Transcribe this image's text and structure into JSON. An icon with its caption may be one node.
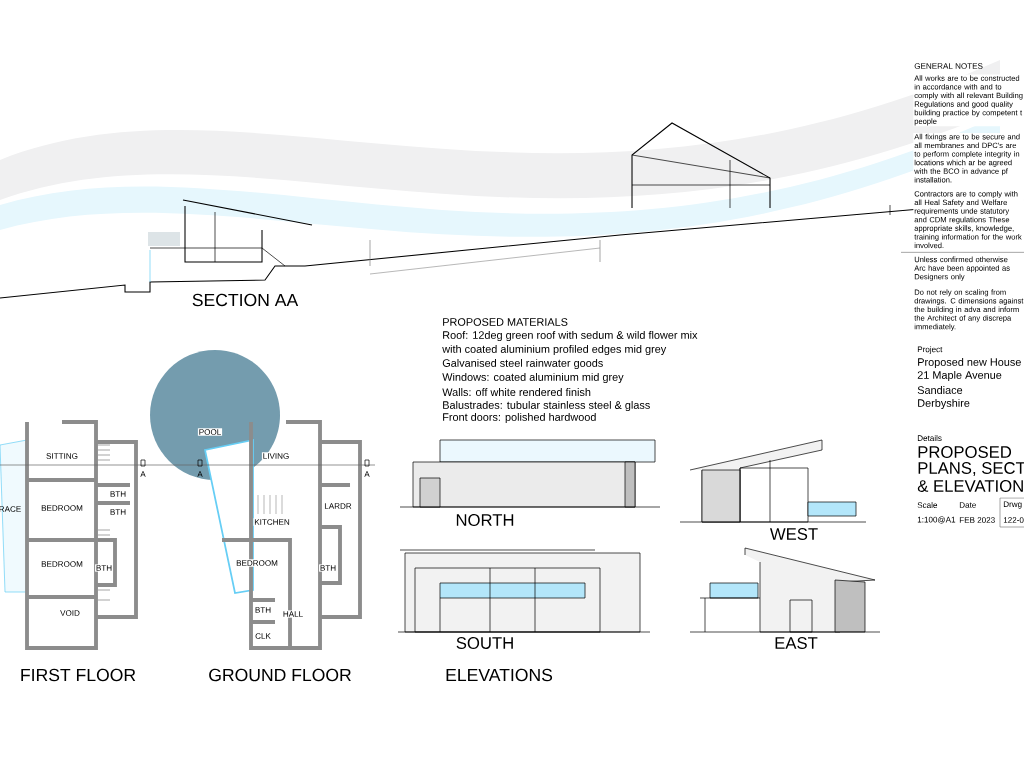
{
  "diagram": {
    "labels": [
      "GENERAL NOTES",
      "All works are to be constructed in accordance with and to comply with all relevant Building Regulations and good quality building practice by competent t people",
      "All fixings are to be secure and all membranes and DPC's are to perform complete integrity in locations which ar be agreed with the BCO in advance pf installation.",
      "Contractors are to comply with all Heal Safety and Welfare requirements unde statutory and CDM regulations These appropriate skills, knowledge, training information for the work involved.",
      "Unless confirmed otherwise Arc have been appointed as Designers only",
      "Do not rely on scaling from drawings. C dimensions against the building in adva and inform the Architect of any discrepa immediately.",
      "SECTION AA",
      "PROPOSED MATERIALS",
      "Roof:  12deg green roof with sedum & wild flower mix",
      "with coated aluminium profiled edges mid grey",
      "Project",
      "Galvanised steel rainwater goods",
      "Proposed new House",
      "Windows: coated aluminium mid grey",
      "21 Maple Avenue",
      "Walls:  off white rendered finish",
      "Sandiace",
      "Balustrades:  tubular stainless steel & glass",
      "Derbyshire",
      "Front doors:  polished hardwood",
      "POOL",
      "Details",
      "PROPOSED",
      "SITTING",
      "LIVING",
      "PLANS, SECT",
      "A",
      "A",
      "A",
      "& ELEVATION",
      "BTH",
      "RACE",
      "BEDROOM",
      "BTH",
      "LARDR",
      "Scale",
      "Date",
      "Drwg",
      "KITCHEN",
      "NORTH",
      "1:100@A1",
      "FEB 2023",
      "122-0",
      "WEST",
      "BEDROOM",
      "BTH",
      "BEDROOM",
      "BTH",
      "VOID",
      "BTH",
      "HALL",
      "CLK",
      "SOUTH",
      "EAST",
      "FIRST FLOOR",
      "GROUND FLOOR",
      "ELEVATIONS"
    ]
  }
}
